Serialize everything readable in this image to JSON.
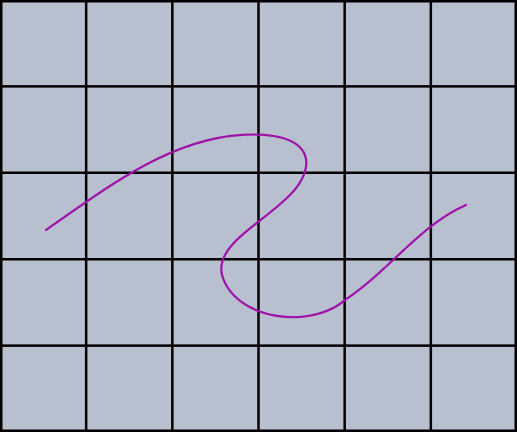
{
  "grid": {
    "columns": 6,
    "rows": 5,
    "cell_fill": "#b8bfcf",
    "line_color": "#000000"
  },
  "curve": {
    "color": "#a010a8",
    "shape": "smooth S-shaped path crossing the grid left to right"
  }
}
